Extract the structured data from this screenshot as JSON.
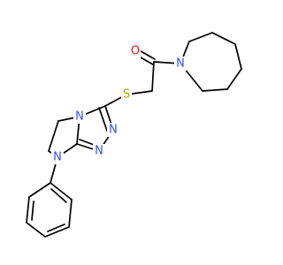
{
  "structure": {
    "atoms": [
      {
        "id": "O1",
        "symbol": "O",
        "color": "#ff0d0d"
      },
      {
        "id": "N_azepane",
        "symbol": "N",
        "color": "#3050f8"
      },
      {
        "id": "S1",
        "symbol": "S",
        "color": "#b5a500"
      },
      {
        "id": "N_triazole_a",
        "symbol": "N",
        "color": "#3050f8"
      },
      {
        "id": "N_triazole_b",
        "symbol": "N",
        "color": "#3050f8"
      },
      {
        "id": "N_bridge",
        "symbol": "N",
        "color": "#3050f8"
      },
      {
        "id": "N_phenyl",
        "symbol": "N",
        "color": "#3050f8"
      }
    ],
    "bond_color": "#000000",
    "background": "#ffffff"
  }
}
